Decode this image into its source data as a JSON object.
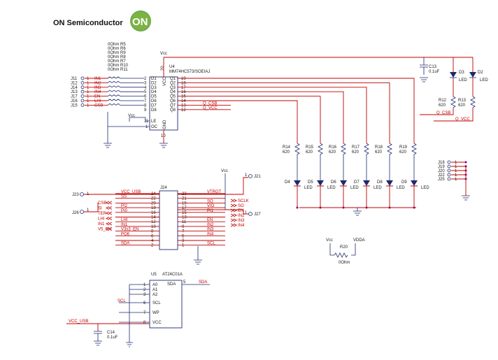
{
  "brand": {
    "company": "ON Semiconductor",
    "logo": "ON"
  },
  "u4": {
    "ref": "U4",
    "part": "MM74HC573/SOEIAJ",
    "vcc": "Vcc",
    "pin20": "20",
    "pin10": "10",
    "left_pins": [
      {
        "num": "2",
        "name": "D1"
      },
      {
        "num": "3",
        "name": "D2"
      },
      {
        "num": "4",
        "name": "D3"
      },
      {
        "num": "5",
        "name": "D4"
      },
      {
        "num": "6",
        "name": "D5"
      },
      {
        "num": "7",
        "name": "D6"
      },
      {
        "num": "8",
        "name": "D7"
      },
      {
        "num": "9",
        "name": "D8"
      }
    ],
    "le": {
      "num": "11",
      "name": "LE"
    },
    "oc": {
      "num": "1",
      "name": "OC"
    },
    "vcc_label": "VCC",
    "gnd_label": "GND",
    "right_pins": [
      {
        "num": "19",
        "name": "Q1"
      },
      {
        "num": "18",
        "name": "Q2"
      },
      {
        "num": "17",
        "name": "Q3"
      },
      {
        "num": "16",
        "name": "Q4"
      },
      {
        "num": "15",
        "name": "Q5"
      },
      {
        "num": "14",
        "name": "Q6"
      },
      {
        "num": "13",
        "name": "Q7",
        "net": "Q_CSB"
      },
      {
        "num": "12",
        "name": "Q8",
        "net": "Q_VCC"
      }
    ],
    "le_vcc": "Vcc"
  },
  "series_resistors": [
    "0Ohm R5",
    "0Ohm R6",
    "0Ohm R9",
    "0Ohm R8",
    "0Ohm R7",
    "0Ohm R10",
    "0Ohm R11"
  ],
  "jumpers_left": [
    {
      "ref": "J11",
      "pin": "1",
      "net": "IN1"
    },
    {
      "ref": "J12",
      "pin": "1",
      "net": "IN2"
    },
    {
      "ref": "J14",
      "pin": "1",
      "net": "IN3"
    },
    {
      "ref": "J13",
      "pin": "1",
      "net": "IN4"
    },
    {
      "ref": "J17",
      "pin": "1",
      "net": "EN"
    },
    {
      "ref": "J16",
      "pin": "1",
      "net": "LHI"
    },
    {
      "ref": "J15",
      "pin": "1",
      "net": "CSB"
    }
  ],
  "led_resistors": [
    {
      "ref": "R14",
      "val": "620"
    },
    {
      "ref": "R15",
      "val": "620"
    },
    {
      "ref": "R16",
      "val": "620"
    },
    {
      "ref": "R17",
      "val": "620"
    },
    {
      "ref": "R18",
      "val": "620"
    },
    {
      "ref": "R19",
      "val": "620"
    }
  ],
  "leds": [
    {
      "ref": "D4",
      "label": "LED"
    },
    {
      "ref": "D5",
      "label": "LED"
    },
    {
      "ref": "D6",
      "label": "LED"
    },
    {
      "ref": "D7",
      "label": "LED"
    },
    {
      "ref": "D8",
      "label": "LED"
    },
    {
      "ref": "D9",
      "label": "LED"
    }
  ],
  "c13": {
    "ref": "C13",
    "val": "0.1uF"
  },
  "d3": {
    "ref": "D3",
    "label": "LED"
  },
  "d2": {
    "ref": "D2",
    "label": "LED"
  },
  "r12": {
    "ref": "R12",
    "val": "620",
    "net": "Q_CSB"
  },
  "r13": {
    "ref": "R13",
    "val": "620",
    "net": "Q_VCC"
  },
  "jumpers_right": [
    "J18",
    "J19",
    "J20",
    "J22",
    "J25"
  ],
  "jumpers_right_pin": "1",
  "j24": {
    "ref": "J24",
    "rows": [
      {
        "l": "24",
        "r": "23",
        "ln": "VCC_USB",
        "rn": "VTRGT"
      },
      {
        "l": "22",
        "r": "21",
        "ln": "SS",
        "rn": ""
      },
      {
        "l": "20",
        "r": "19",
        "ln": "",
        "rn": "SO"
      },
      {
        "l": "18",
        "r": "17",
        "ln": "PI2",
        "rn": "VIO"
      },
      {
        "l": "16",
        "r": "15",
        "ln": "PI0",
        "rn": "PI1"
      },
      {
        "l": "14",
        "r": "13",
        "ln": "",
        "rn": ""
      },
      {
        "l": "12",
        "r": "11",
        "ln": "LHI",
        "rn": "EN"
      },
      {
        "l": "10",
        "r": "9",
        "ln": "IN1",
        "rn": "IN2"
      },
      {
        "l": "8",
        "r": "7",
        "ln": "V3s3_EN",
        "rn": "IN3"
      },
      {
        "l": "6",
        "r": "5",
        "ln": "PO6",
        "rn": "IN4"
      },
      {
        "l": "4",
        "r": "3",
        "ln": "",
        "rn": ""
      },
      {
        "l": "2",
        "r": "1",
        "ln": "SDA",
        "rn": "SCL"
      }
    ],
    "left_ports": [
      "CSB",
      "SI",
      "TER",
      "LHI",
      "IN1",
      "V5_EN"
    ],
    "right_ports": [
      "SCLK",
      "SO",
      "EN",
      "IN2",
      "IN3",
      "IN4"
    ],
    "vcc": "Vcc"
  },
  "j23": {
    "ref": "J23",
    "pin": "1"
  },
  "j26": {
    "ref": "J26",
    "pin": "1"
  },
  "j21": {
    "ref": "J21",
    "pin": "1"
  },
  "j27": {
    "ref": "J27",
    "pin": "1"
  },
  "r20": {
    "ref": "R20",
    "val": "0Ohm",
    "left": "Vcc",
    "right": "VDDA"
  },
  "u5": {
    "ref": "U5",
    "part": "AT24C01A",
    "left_pins": [
      {
        "num": "1",
        "name": "A0"
      },
      {
        "num": "2",
        "name": "A1"
      },
      {
        "num": "3",
        "name": "A2"
      },
      {
        "num": "6",
        "name": "SCL"
      },
      {
        "num": "7",
        "name": "WP"
      },
      {
        "num": "8",
        "name": "VCC"
      }
    ],
    "right_pin": {
      "num": "5",
      "name": "SDA"
    },
    "scl_net": "SCL",
    "sda_net": "SDA",
    "vcc_net": "VCC_USB"
  },
  "c14": {
    "ref": "C14",
    "val": "0.1uF"
  }
}
